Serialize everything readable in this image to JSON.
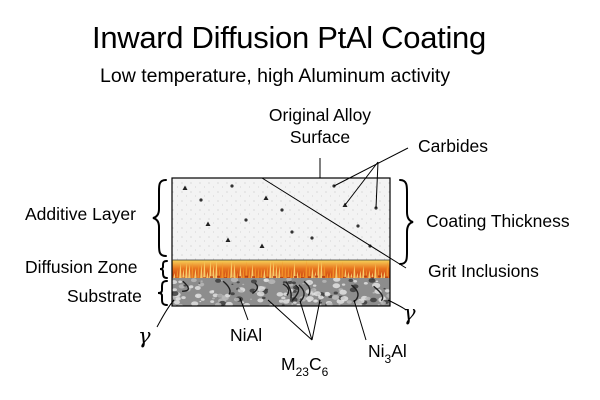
{
  "title": "Inward Diffusion PtAl Coating",
  "subtitle": "Low temperature, high Aluminum activity",
  "labels": {
    "original_alloy_line1": "Original Alloy",
    "original_alloy_line2": "Surface",
    "carbides": "Carbides",
    "additive_layer": "Additive Layer",
    "coating_thickness": "Coating Thickness",
    "diffusion_zone": "Diffusion Zone",
    "grit_inclusions": "Grit Inclusions",
    "substrate": "Substrate",
    "gamma": "γ",
    "nial": "NiAl",
    "m23c6": {
      "m": "M",
      "sub1": "23",
      "c": "C",
      "sub2": "6"
    },
    "ni3al": {
      "ni": "Ni",
      "sub": "3",
      "al": "Al"
    }
  },
  "colors": {
    "additive_layer": "#f3f3f3",
    "diffusion_zone_base": "#d84a16",
    "diffusion_zone_highlight": "#f6c23a",
    "substrate_base": "#8d8d8d",
    "line": "#000000"
  }
}
